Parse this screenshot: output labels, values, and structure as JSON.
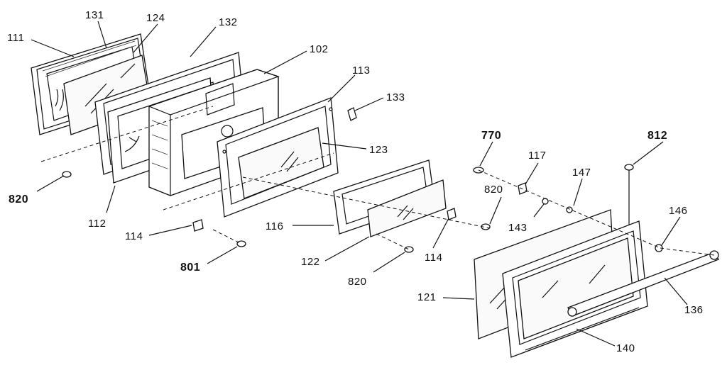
{
  "diagram": {
    "labels": {
      "p111": "111",
      "p131": "131",
      "p124": "124",
      "p132": "132",
      "p102": "102",
      "p113": "113",
      "p133": "133",
      "p123": "123",
      "p770": "770",
      "p117": "117",
      "p812": "812",
      "p147": "147",
      "p820a": "820",
      "p820b": "820",
      "p820c": "820",
      "p143": "143",
      "p146": "146",
      "p112": "112",
      "p114a": "114",
      "p114b": "114",
      "p116": "116",
      "p801": "801",
      "p122": "122",
      "p121": "121",
      "p136": "136",
      "p140": "140"
    }
  }
}
